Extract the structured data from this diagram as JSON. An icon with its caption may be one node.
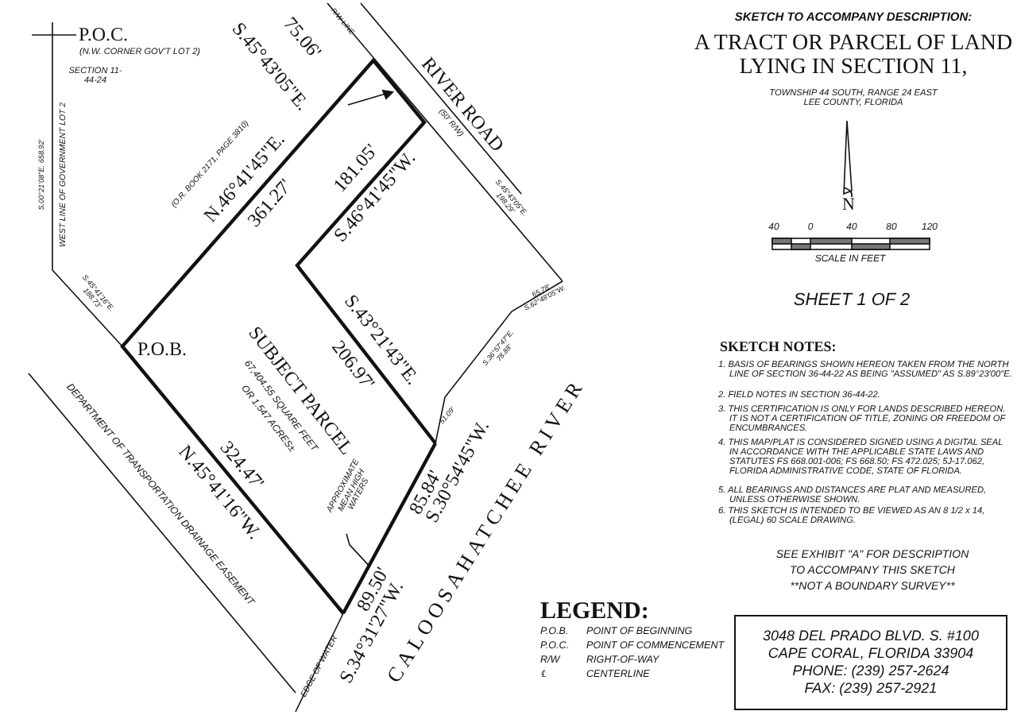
{
  "diagram": {
    "title": "A TRACT OR PARCEL OF LAND LYING IN SECTION 11,",
    "nodes": [
      {
        "text": [
          "APPROXIMATE MEAN HIGH WATERS"
        ]
      },
      {
        "text": [
          "3048 DEL PRADO BLVD. S. #100",
          "CAPE CORAL, FLORIDA 33904",
          "PHONE: (239) 257-2624",
          "FAX: (239) 257-2921"
        ]
      },
      {
        "text": [],
        "shape": "line"
      }
    ],
    "edges": [
      {
        "from": 0,
        "to": 2,
        "arrow": "none"
      }
    ],
    "labels": [
      "P.O.C.",
      "(N.W. CORNER GOV'T LOT 2)",
      "SECTION 11-44-24",
      "S.00°21'08\"E. 658.92'",
      "WEST LINE OF GOVERNMENT LOT 2",
      "S.45°41'16\"E. 188.73'",
      "75.06'",
      "S.45°43'05\"E.",
      "R/W LINE",
      "(O.R. BOOK 2171, PAGE 3810)",
      "N.46°41'45\"E.",
      "361.27'",
      "RIVER ROAD",
      "(50' R/W)",
      "S.45°43'05\"E. 198.29'",
      "181.05'",
      "S.46°41'45\"W.",
      "S.43°21'43\"E.",
      "206.97'",
      "P.O.B.",
      "SUBJECT PARCEL",
      "67,404.55 SQUARE FEET",
      "OR 1.547 ACRES±",
      "DEPARTMENT OF TRANSPORTATION DRAINAGE EASEMENT",
      "324.47'",
      "N.45°41'16\"W.",
      "85.84'",
      "S.30°54'45\"W.",
      "89.50'",
      "S.34°31'27\"W.",
      "EDGE OF WATER",
      "51.09'",
      "S.36°57'47\"E. 78.88'",
      "65.78' S.62°48'05\"W.",
      "CALOOSAHATCHEE RIVER",
      "SKETCH TO ACCOMPANY DESCRIPTION:",
      "TOWNSHIP 44 SOUTH, RANGE 24 EAST LEE COUNTY, FLORIDA",
      "N",
      "40",
      "0",
      "40",
      "80",
      "120",
      "SCALE IN FEET",
      "SHEET 1 OF 2",
      "SKETCH NOTES:",
      "1. BASIS OF BEARINGS SHOWN HEREON TAKEN FROM THE NORTH LINE OF SECTION 36-44-22 AS BEING \"ASSUMED\" AS S.89°23'00\"E.",
      "2. FIELD NOTES IN SECTION 36-44-22.",
      "3. THIS CERTIFICATION IS ONLY FOR LANDS DESCRIBED HEREON. IT IS NOT A CERTIFICATION OF TITLE, ZONING OR FREEDOM OF ENCUMBRANCES.",
      "4. THIS MAP/PLAT IS CONSIDERED SIGNED USING A DIGITAL SEAL IN ACCORDANCE WITH THE APPLICABLE STATE LAWS AND STATUTES FS 668.001-006; FS 668.50; FS 472.025; 5J-17.062, FLORIDA ADMINISTRATIVE CODE, STATE OF FLORIDA.",
      "5. ALL BEARINGS AND DISTANCES ARE PLAT AND MEASURED, UNLESS OTHERWISE SHOWN.",
      "6. THIS SKETCH IS INTENDED TO BE VIEWED AS AN 8 1/2 x 14, (LEGAL) 60 SCALE DRAWING.",
      "SEE EXHIBIT \"A\" FOR DESCRIPTION",
      "TO ACCOMPANY THIS SKETCH",
      "**NOT A BOUNDARY SURVEY**",
      "LEGEND:",
      "P.O.B.",
      "POINT OF BEGINNING",
      "P.O.C.",
      "POINT OF COMMENCEMENT",
      "R/W",
      "RIGHT-OF-WAY",
      "℄",
      "CENTERLINE"
    ]
  }
}
